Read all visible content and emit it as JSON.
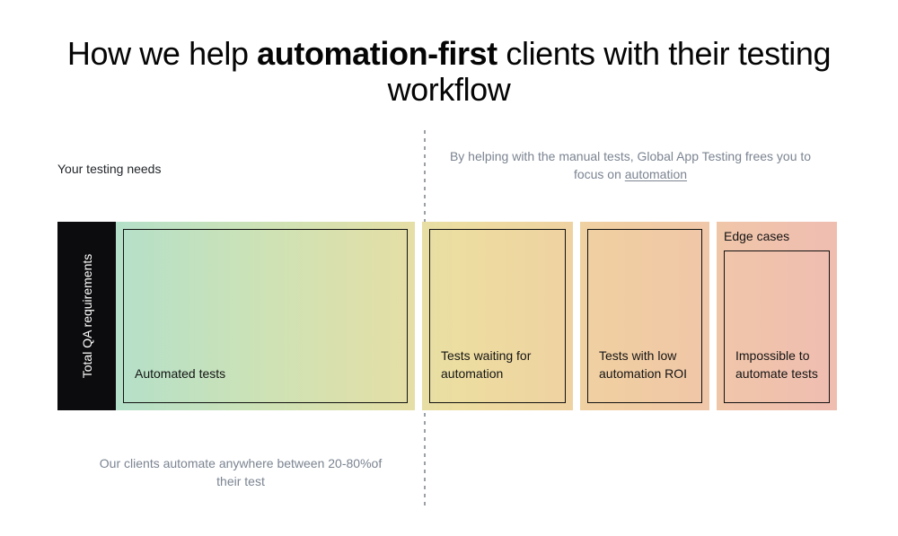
{
  "title": {
    "before": "How we help ",
    "strong": "automation-first",
    "after": " clients with their testing workflow"
  },
  "captions": {
    "left": "Your testing needs",
    "right_line1": "By helping with the manual tests, Global App",
    "right_line2": "Testing frees you to focus on ",
    "right_link": "automation",
    "bottom": "Our clients automate anywhere between 20-80%of their test"
  },
  "axis": {
    "label": "Total QA requirements"
  },
  "chart_data": {
    "type": "bar",
    "title": "How we help automation-first clients with their testing workflow",
    "xlabel": "",
    "ylabel": "Total QA requirements",
    "orientation": "horizontal-stacked",
    "grid": false,
    "legend": "none",
    "categories": [
      "Automated tests",
      "Tests waiting for automation",
      "Tests with low automation ROI",
      "Impossible to automate tests"
    ],
    "values": [
      341,
      176,
      152,
      134
    ],
    "value_unit": "px-width (relative share of total QA requirements)",
    "percent_of_total": [
      42.5,
      21.9,
      18.9,
      16.7
    ],
    "colors": [
      "#b4e0c9",
      "#eddda0",
      "#f0cda2",
      "#f0bdb1"
    ],
    "gradient": {
      "from": "#b4e0c9",
      "mid": "#eddda0",
      "to": "#f0bdb1"
    },
    "annotations": [
      "Your testing needs",
      "By helping with the manual tests, Global App Testing frees you to focus on automation",
      "Our clients automate anywhere between 20-80%of their test",
      "Edge cases"
    ],
    "divider_note": "dashed vertical split between automated and manual portions"
  },
  "bands": [
    {
      "label": "Automated tests",
      "header": ""
    },
    {
      "label": "Tests waiting for\nautomation",
      "header": ""
    },
    {
      "label": "Tests with low\nautomation ROI",
      "header": ""
    },
    {
      "label": "Impossible to\nautomate tests",
      "header": "Edge cases"
    }
  ]
}
